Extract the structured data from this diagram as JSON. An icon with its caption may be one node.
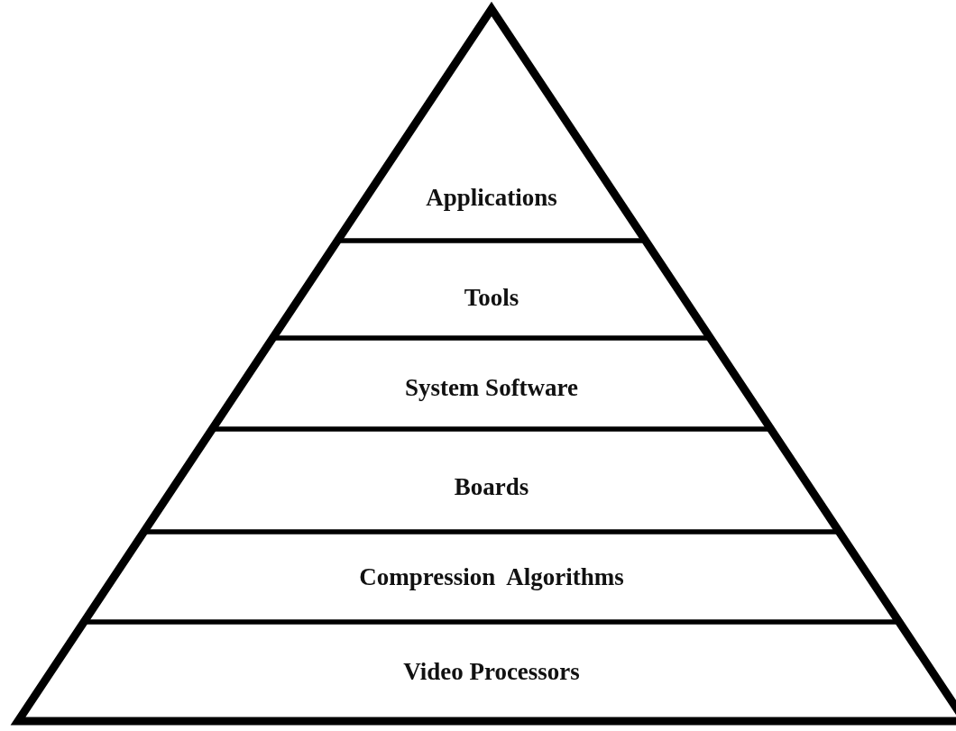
{
  "diagram": {
    "nodes": [
      {
        "text": [
          "Applications"
        ]
      },
      {
        "text": [
          "Tools"
        ]
      },
      {
        "text": [
          "System Software"
        ]
      },
      {
        "text": [
          "Boards"
        ]
      },
      {
        "text": [
          "Compression  Algorithms"
        ]
      },
      {
        "text": [
          "Video Processors"
        ]
      }
    ]
  }
}
